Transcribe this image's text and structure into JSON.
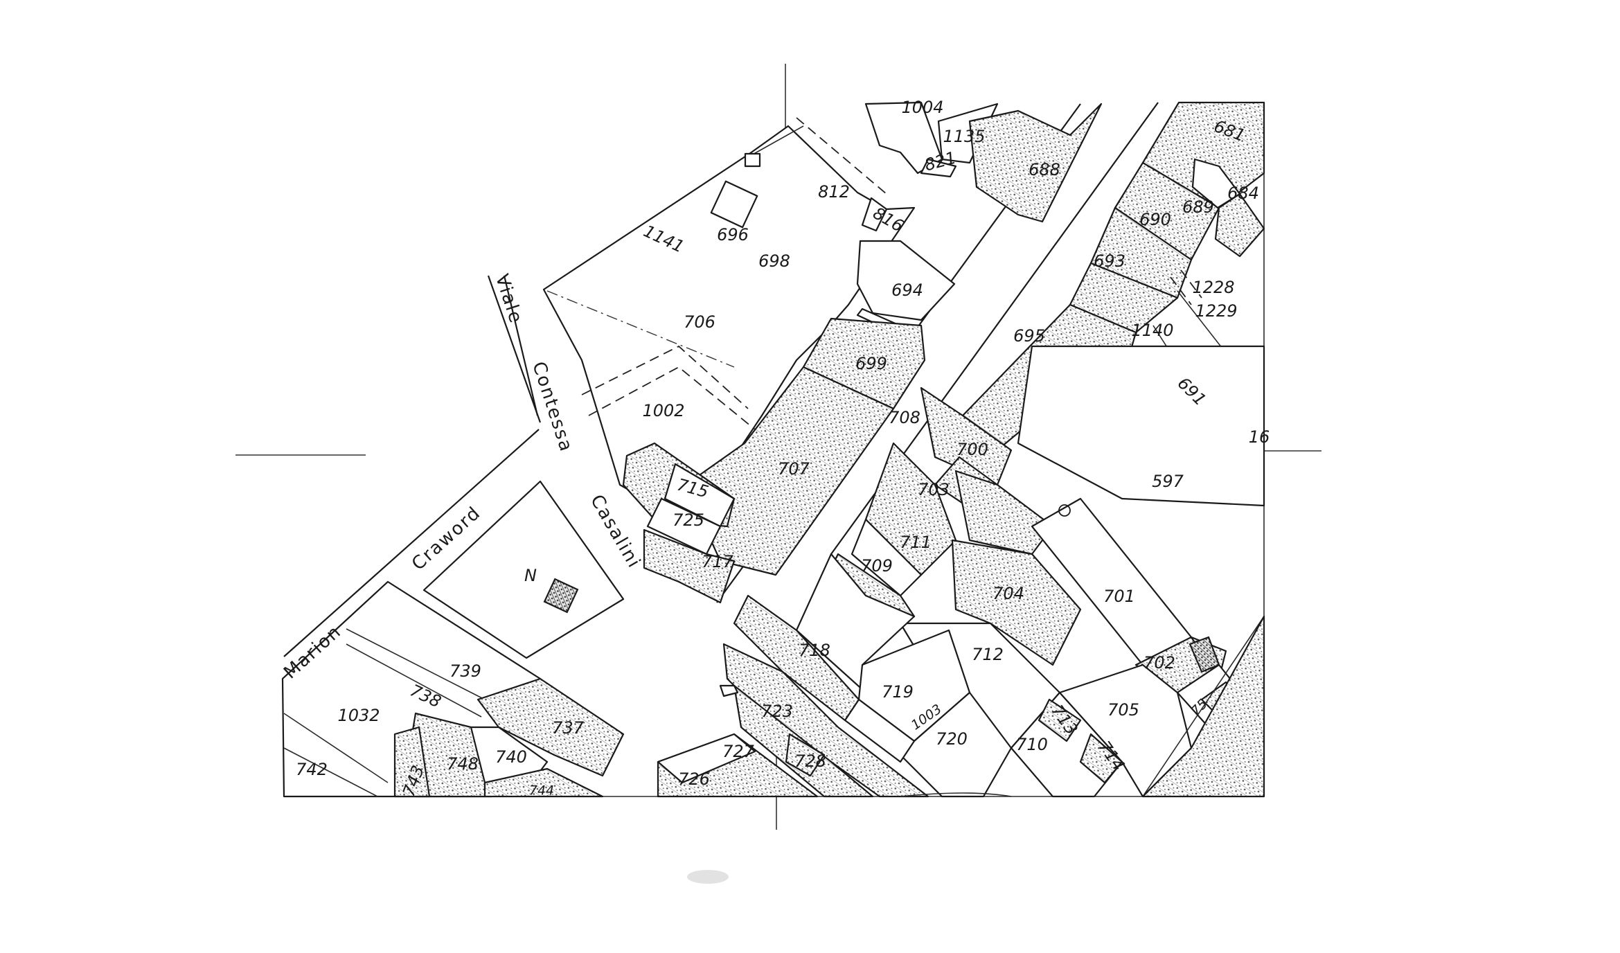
{
  "map": {
    "streets": {
      "viale": "Viale",
      "contessa": "Contessa",
      "casalini": "Casalini",
      "craword": "Craword",
      "marion": "Marion"
    },
    "north_marker": "N",
    "parcels": {
      "p1004": "1004",
      "p1135": "1135",
      "p821": "821",
      "p688": "688",
      "p681": "681",
      "p684": "684",
      "p689": "689",
      "p690": "690",
      "p693": "693",
      "p1228": "1228",
      "p1229": "1229",
      "p1140": "1140",
      "p691": "691",
      "p695": "695",
      "p812": "812",
      "p816": "816",
      "p696": "696",
      "p1141": "1141",
      "p698": "698",
      "p694": "694",
      "p706": "706",
      "p699": "699",
      "p1002": "1002",
      "p708": "708",
      "p707": "707",
      "p700": "700",
      "p597": "597",
      "p715": "715",
      "p725": "725",
      "p717": "717",
      "p703": "703",
      "p711": "711",
      "p709": "709",
      "p704": "704",
      "p701": "701",
      "p718": "718",
      "p712": "712",
      "p702": "702",
      "p719": "719",
      "p1003": "1003",
      "p705": "705",
      "p723": "723",
      "p720": "720",
      "p710": "710",
      "p713": "713",
      "p714": "714",
      "p727": "727",
      "p728": "728",
      "p726": "726",
      "p739": "739",
      "p1032": "1032",
      "p738": "738",
      "p737": "737",
      "p748": "748",
      "p740": "740",
      "p742": "742",
      "p743": "743",
      "p744": "744",
      "p16": "16",
      "p75": "75"
    }
  }
}
